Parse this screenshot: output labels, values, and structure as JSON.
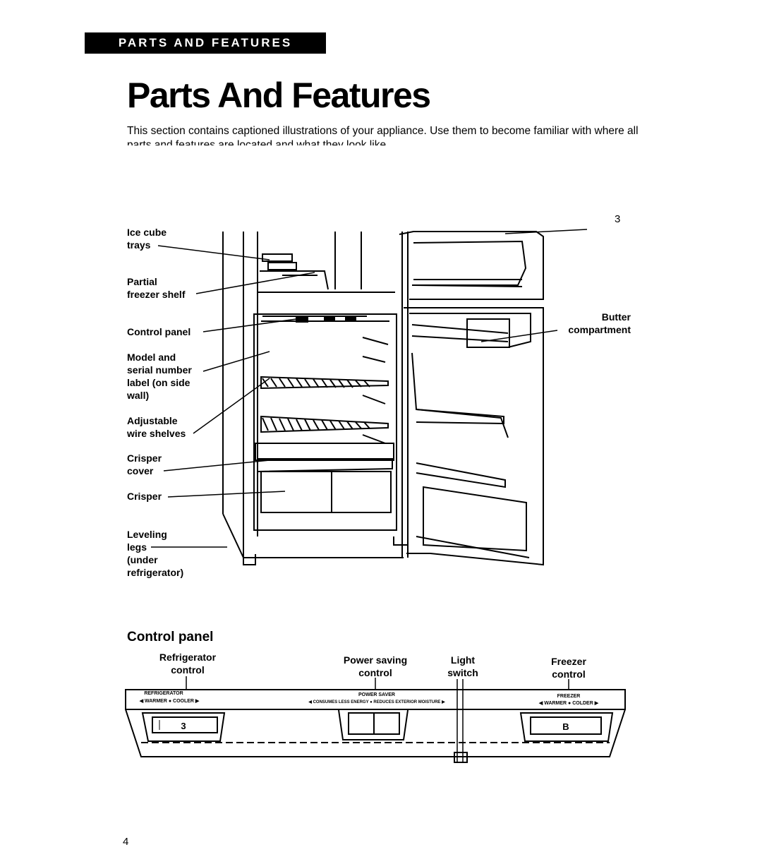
{
  "header": {
    "banner": "PARTS AND FEATURES",
    "title": "Parts And Features",
    "intro": "This section contains captioned illustrations of your appliance. Use them to become familiar with where all parts and features are located and what they look like."
  },
  "callout_number": "3",
  "fridge_labels": {
    "ice_cube_trays": "Ice cube\ntrays",
    "partial_freezer_shelf": "Partial\nfreezer shelf",
    "control_panel": "Control panel",
    "model_serial_label": "Model and\nserial number\nlabel (on side\nwall)",
    "adjustable_wire_shelves": "Adjustable\nwire shelves",
    "crisper_cover": "Crisper\ncover",
    "crisper": "Crisper",
    "leveling_legs": "Leveling\nlegs\n(under\nrefrigerator)",
    "butter_compartment": "Butter\ncompartment"
  },
  "control_panel": {
    "heading": "Control panel",
    "labels": {
      "refrigerator_control": "Refrigerator\ncontrol",
      "power_saving_control": "Power saving\ncontrol",
      "light_switch": "Light\nswitch",
      "freezer_control": "Freezer\ncontrol"
    },
    "panel_text": {
      "refrigerator_title": "REFRIGERATOR",
      "refrigerator_scale": "◀ WARMER ● COOLER ▶",
      "power_title": "POWER SAVER",
      "power_scale": "◀ CONSUMES LESS ENERGY ● REDUCES EXTERIOR MOISTURE ▶",
      "freezer_title": "FREEZER",
      "freezer_scale": "◀ WARMER ● COLDER ▶",
      "refrigerator_setting": "3",
      "freezer_setting": "B"
    }
  },
  "page_number": "4"
}
